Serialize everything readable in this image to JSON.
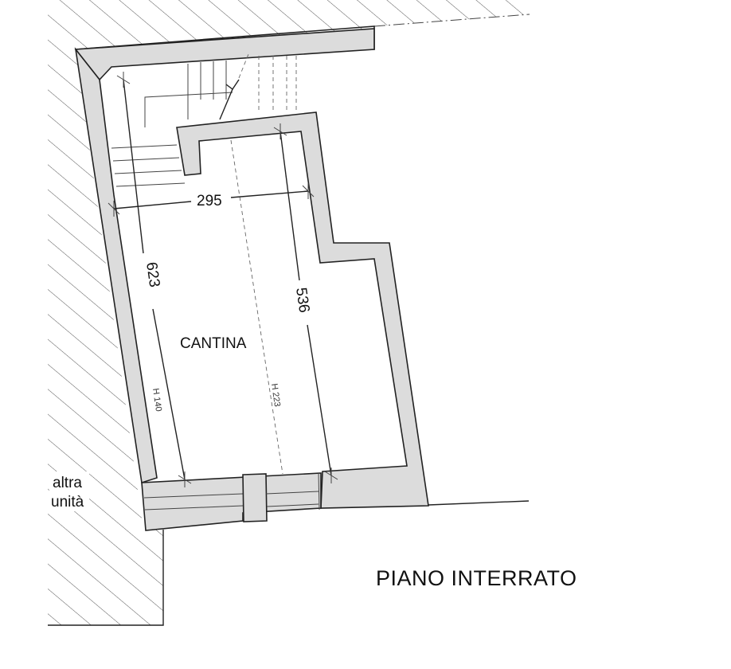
{
  "room": {
    "name": "CANTINA"
  },
  "dimensions": {
    "width": "295",
    "left_length": "623",
    "right_length": "536"
  },
  "heights": {
    "left": "H 140",
    "center": "H 223"
  },
  "neighbor": {
    "line1": "altra",
    "line2": "unità"
  },
  "floor_title": "PIANO INTERRATO",
  "colors": {
    "wall_fill": "#dcdcdc",
    "line": "#222222",
    "hatch": "#666666"
  }
}
